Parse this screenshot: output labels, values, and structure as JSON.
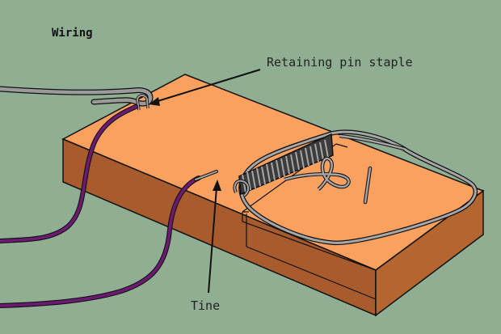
{
  "title": "Wiring",
  "labels": {
    "retaining_pin_staple": "Retaining pin staple",
    "tine": "Tine"
  },
  "colors": {
    "background": "#8fae92",
    "wood_top": "#fba15f",
    "wood_side": "#a85c2e",
    "wood_end": "#b5652f",
    "metal": "#a6a6a6",
    "metal_dark": "#3c3c3c",
    "wire_gray": "#9a9a9a",
    "wire_purple": "#6c1a72",
    "outline": "#111111"
  }
}
